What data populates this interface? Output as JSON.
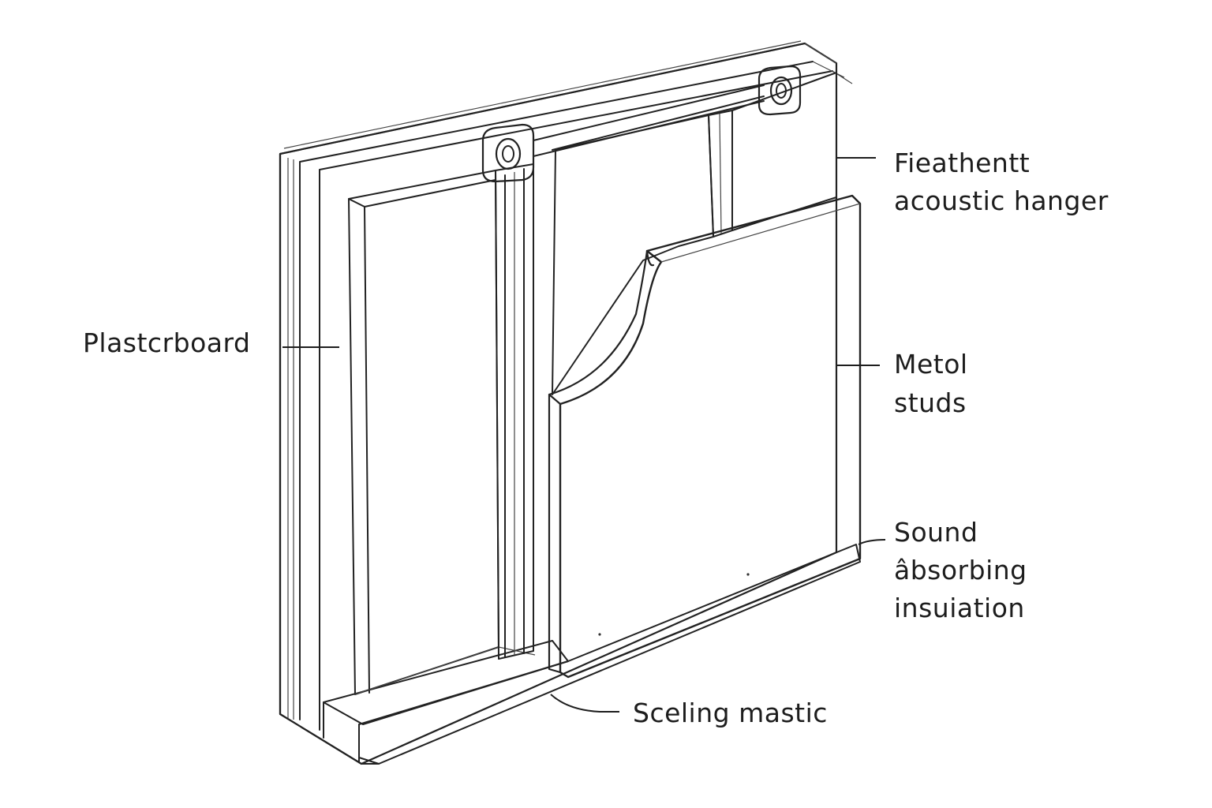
{
  "diagram": {
    "labels": {
      "hanger_line1": "Fieathentt",
      "hanger_line2": "acoustic hanger",
      "plasterboard": "Plastcrboard",
      "studs_line1": "Metol",
      "studs_line2": "studs",
      "insulation_line1": "Sound",
      "insulation_line2": "âbsorbing",
      "insulation_line3": "insuiation",
      "mastic": "Sceling mastic"
    }
  }
}
